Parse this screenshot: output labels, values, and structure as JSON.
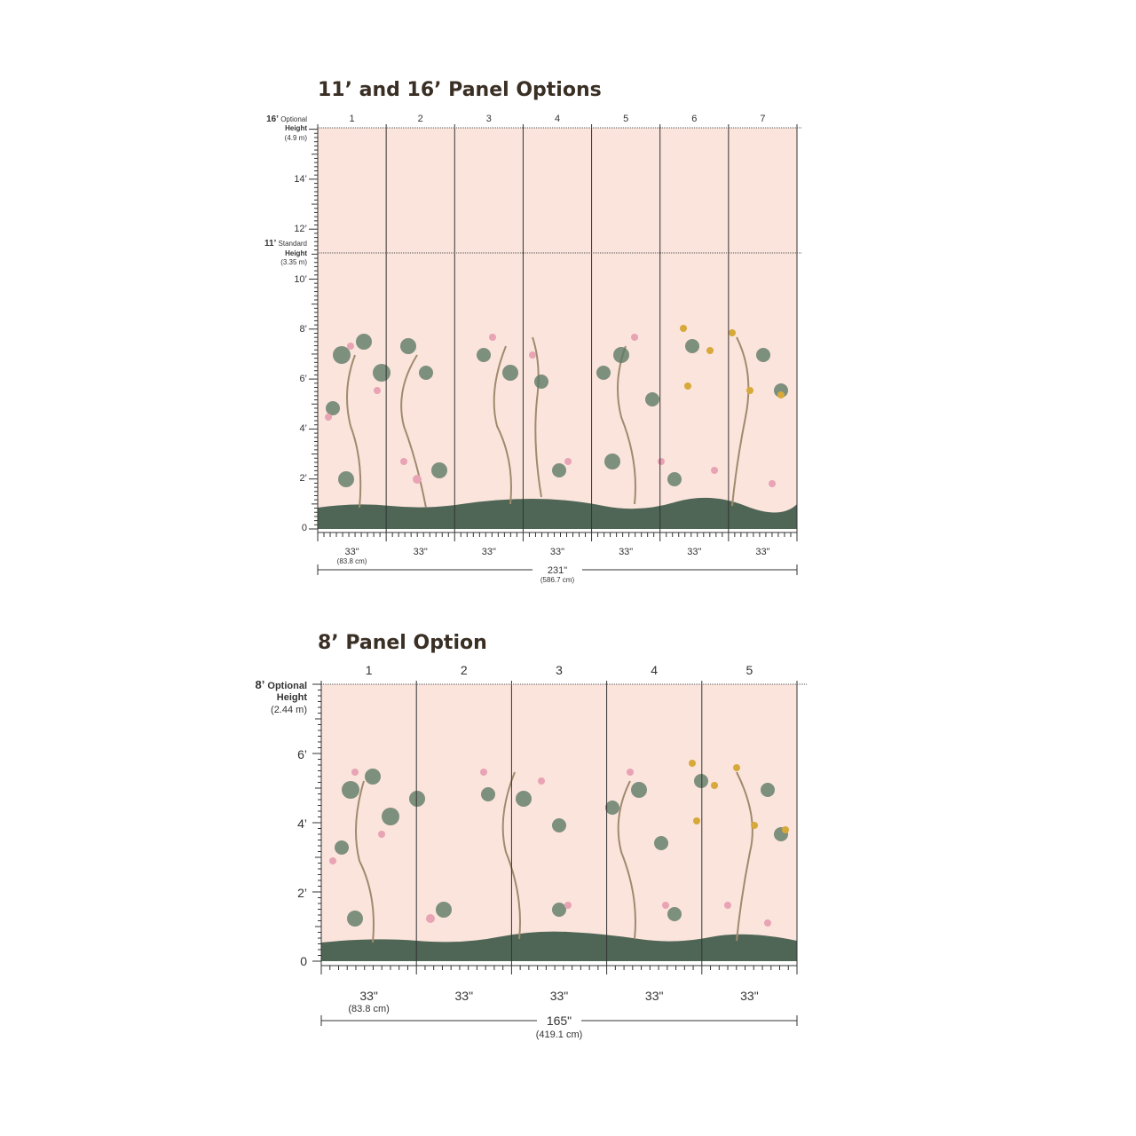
{
  "sections": [
    {
      "title": "11’ and 16’ Panel Options",
      "panel_labels": [
        "1",
        "2",
        "3",
        "4",
        "5",
        "6",
        "7"
      ],
      "height_markers": [
        {
          "label_bold": "16’",
          "label_small": "Optional",
          "line2": "Height",
          "metric": "(4.9 m)"
        },
        {
          "label_bold": "11’",
          "label_small": "Standard",
          "line2": "Height",
          "metric": "(3.35 m)"
        }
      ],
      "axis_ticks": [
        "14’",
        "12’",
        "10’",
        "8’",
        "6’",
        "4’",
        "2’",
        "0"
      ],
      "panel_widths": [
        "33\"",
        "33\"",
        "33\"",
        "33\"",
        "33\"",
        "33\"",
        "33\""
      ],
      "first_width_metric": "(83.8 cm)",
      "total_width": "231\"",
      "total_width_metric": "(586.7 cm)"
    },
    {
      "title": "8’ Panel Option",
      "panel_labels": [
        "1",
        "2",
        "3",
        "4",
        "5"
      ],
      "height_markers": [
        {
          "label_bold": "8’",
          "label_small": "Optional",
          "line2": "Height",
          "metric": "(2.44 m)"
        }
      ],
      "axis_ticks": [
        "6’",
        "4’",
        "2’",
        "0"
      ],
      "panel_widths": [
        "33\"",
        "33\"",
        "33\"",
        "33\"",
        "33\""
      ],
      "first_width_metric": "(83.8 cm)",
      "total_width": "165\"",
      "total_width_metric": "(419.1 cm)"
    }
  ],
  "colors": {
    "panel_bg": "#fbe4dc",
    "ground": "#4f6656",
    "foliage": "#5e7a66",
    "blossom": "#e8a3b4",
    "gold": "#d6a93a",
    "branch": "#a08a6e"
  }
}
